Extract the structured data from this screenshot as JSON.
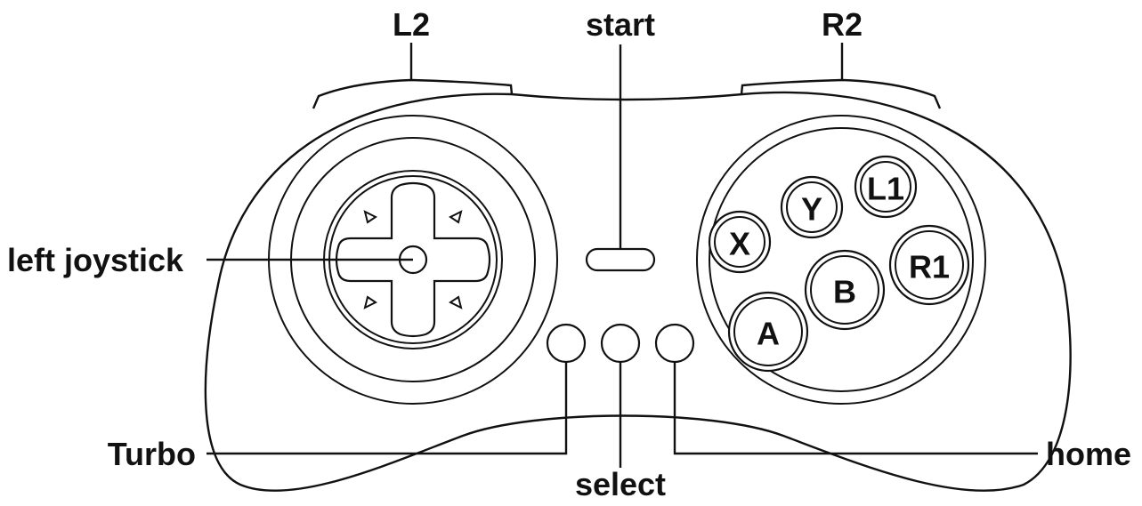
{
  "callouts": {
    "l2": "L2",
    "start": "start",
    "r2": "R2",
    "left_joystick": "left joystick",
    "turbo": "Turbo",
    "select": "select",
    "home": "home"
  },
  "face_buttons": {
    "y": "Y",
    "l1": "L1",
    "x": "X",
    "r1": "R1",
    "b": "B",
    "a": "A"
  }
}
